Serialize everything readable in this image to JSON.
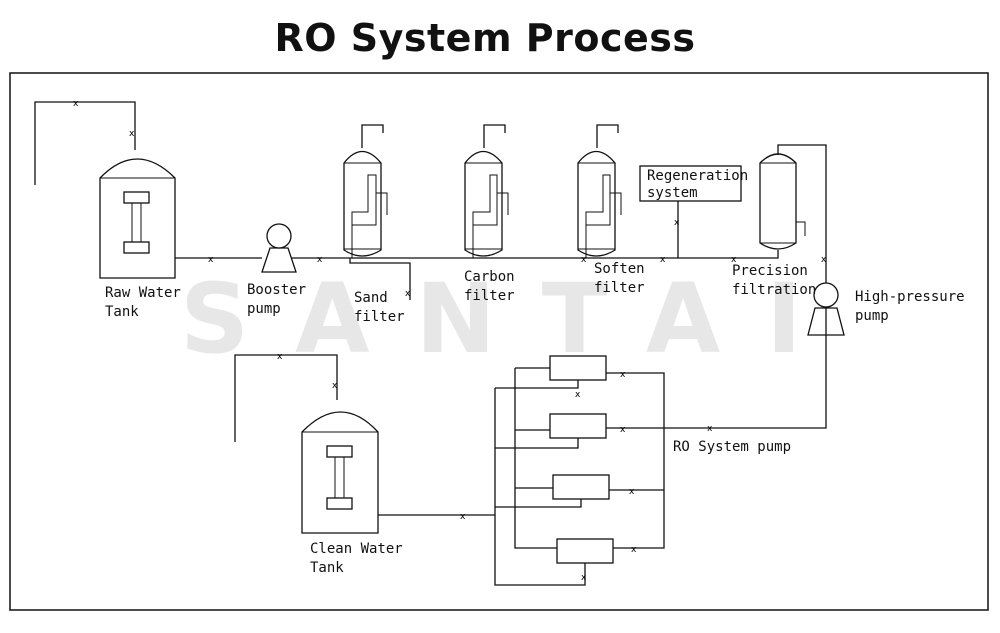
{
  "title": "RO System Process",
  "watermark": "SANTAI",
  "labels": {
    "raw_water_1": "Raw Water",
    "raw_water_2": "Tank",
    "booster_1": "Booster",
    "booster_2": "pump",
    "sand_1": "Sand",
    "sand_2": "filter",
    "carbon_1": "Carbon",
    "carbon_2": "filter",
    "soften_1": "Soften",
    "soften_2": "filter",
    "regen_1": "Regeneration",
    "regen_2": "system",
    "precision_1": "Precision",
    "precision_2": "filtration",
    "hp_1": "High-pressure",
    "hp_2": "pump",
    "ro_pump": "RO System pump",
    "clean_1": "Clean Water",
    "clean_2": "Tank"
  }
}
